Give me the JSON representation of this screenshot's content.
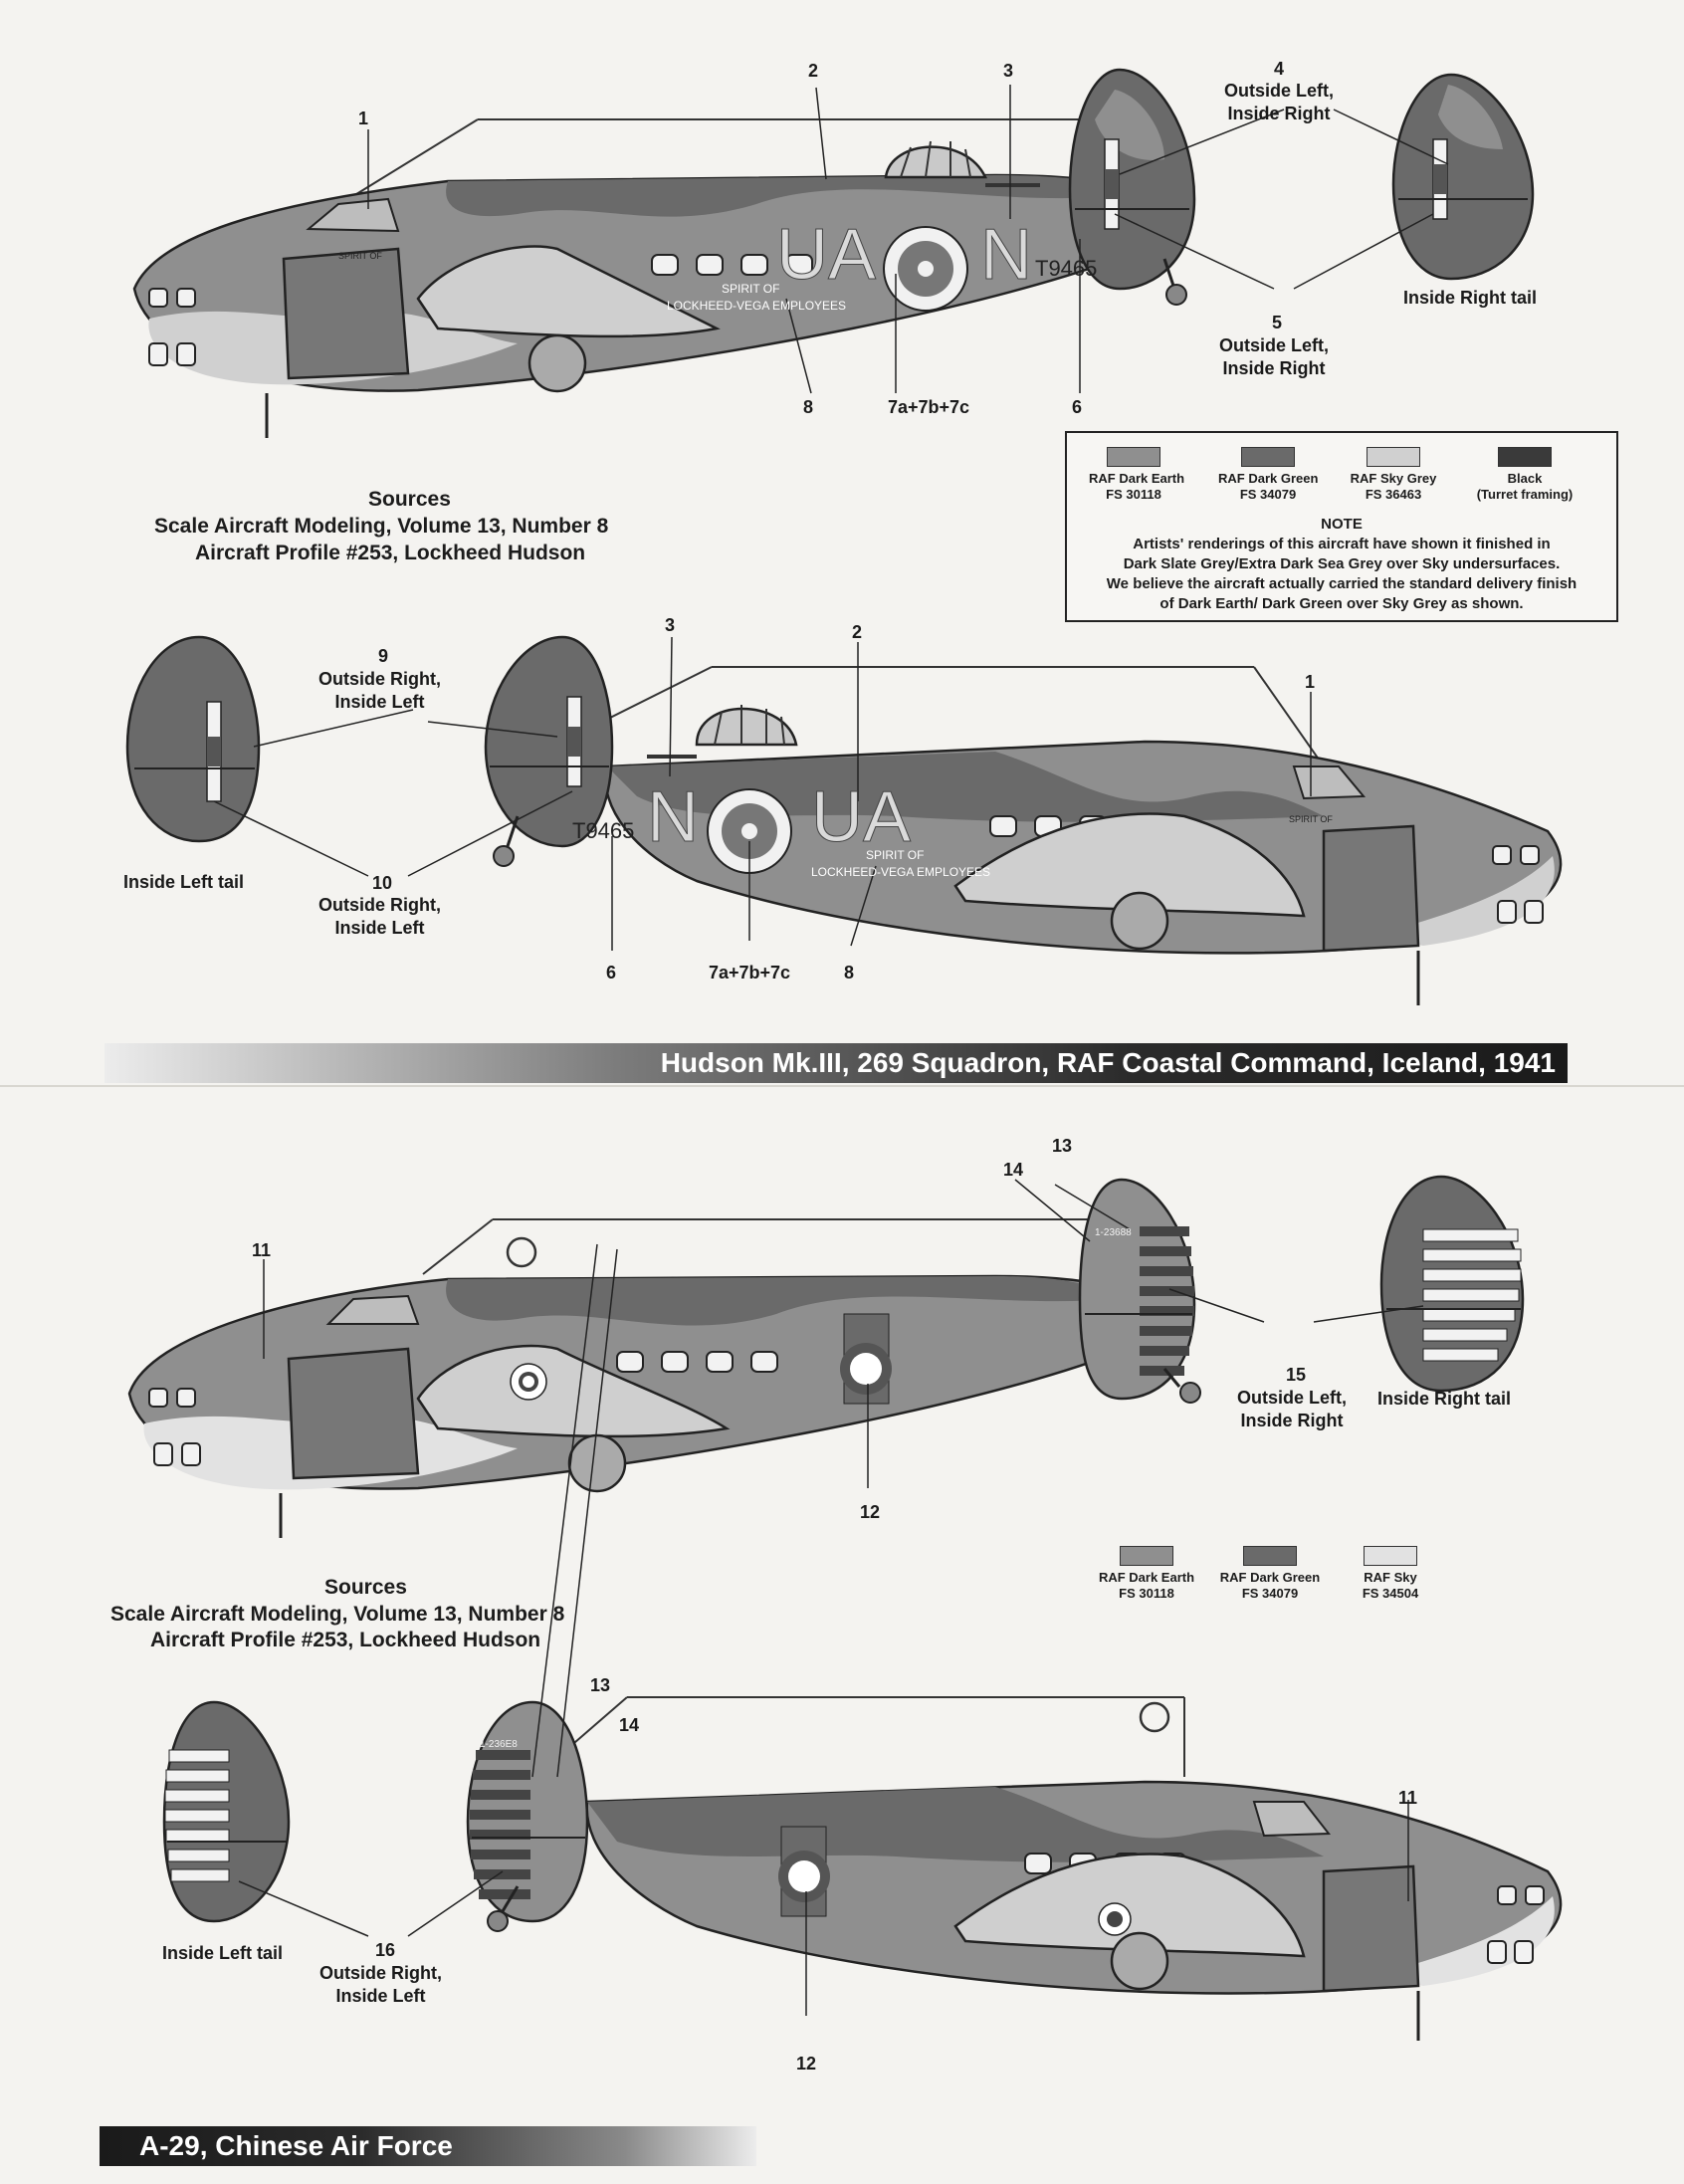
{
  "colors": {
    "dark_earth": "#8f8f8f",
    "dark_green": "#6a6a6a",
    "sky_grey": "#d0d0d0",
    "black": "#3a3a3a",
    "sky": "#e2e2e2"
  },
  "section1": {
    "callouts": {
      "c1": "1",
      "c2": "2",
      "c3": "3",
      "c4": "4",
      "c4_desc": "Outside Left,\nInside Right",
      "c5": "5",
      "c5_desc": "Outside Left,\nInside Right",
      "c6": "6",
      "c7": "7a+7b+7c",
      "c8": "8",
      "inside_right_tail": "Inside Right tail",
      "c9": "9",
      "c9_desc": "Outside Right,\nInside Left",
      "c10": "10",
      "c10_desc": "Outside Right,\nInside Left",
      "inside_left_tail": "Inside Left tail",
      "b_c1": "1",
      "b_c2": "2",
      "b_c3": "3",
      "b_c6": "6",
      "b_c7": "7a+7b+7c",
      "b_c8": "8"
    },
    "markings": {
      "code_right": "UA",
      "letter_right": "N",
      "serial": "T9465",
      "nose_text": "SPIRIT OF",
      "fuselage_text_1": "SPIRIT OF",
      "fuselage_text_2": "LOCKHEED-VEGA EMPLOYEES"
    },
    "sources": {
      "heading": "Sources",
      "line1": "Scale Aircraft Modeling, Volume 13, Number 8",
      "line2": "Aircraft Profile #253, Lockheed Hudson"
    },
    "legend": [
      {
        "name": "RAF Dark Earth",
        "fs": "FS 30118",
        "color": "#8f8f8f"
      },
      {
        "name": "RAF Dark Green",
        "fs": "FS 34079",
        "color": "#6a6a6a"
      },
      {
        "name": "RAF Sky Grey",
        "fs": "FS 36463",
        "color": "#d0d0d0"
      },
      {
        "name": "Black",
        "fs": "(Turret framing)",
        "color": "#3a3a3a"
      }
    ],
    "note_title": "NOTE",
    "note_text": [
      "Artists' renderings of this aircraft have shown it finished in",
      "Dark Slate Grey/Extra Dark Sea Grey over Sky undersurfaces.",
      "We believe the aircraft actually carried the standard delivery finish",
      "of Dark Earth/ Dark Green over Sky Grey as shown."
    ],
    "banner": "Hudson Mk.III, 269 Squadron, RAF Coastal Command, Iceland, 1941"
  },
  "section2": {
    "callouts": {
      "c11": "11",
      "c12": "12",
      "c13": "13",
      "c14": "14",
      "c15": "15",
      "c15_desc": "Outside Left,\nInside Right",
      "inside_right_tail": "Inside Right tail",
      "b_c11": "11",
      "b_c12": "12",
      "b_c13": "13",
      "b_c14": "14",
      "c16": "16",
      "c16_desc": "Outside Right,\nInside Left",
      "inside_left_tail": "Inside Left tail"
    },
    "markings": {
      "tail_serial": "1-23688",
      "tail_serial_b": "1-236E8"
    },
    "sources": {
      "heading": "Sources",
      "line1": "Scale Aircraft Modeling, Volume 13, Number 8",
      "line2": "Aircraft Profile #253, Lockheed Hudson"
    },
    "legend": [
      {
        "name": "RAF Dark Earth",
        "fs": "FS 30118",
        "color": "#8f8f8f"
      },
      {
        "name": "RAF Dark Green",
        "fs": "FS 34079",
        "color": "#6a6a6a"
      },
      {
        "name": "RAF Sky",
        "fs": "FS 34504",
        "color": "#e2e2e2"
      }
    ],
    "banner": "A-29, Chinese Air Force"
  }
}
